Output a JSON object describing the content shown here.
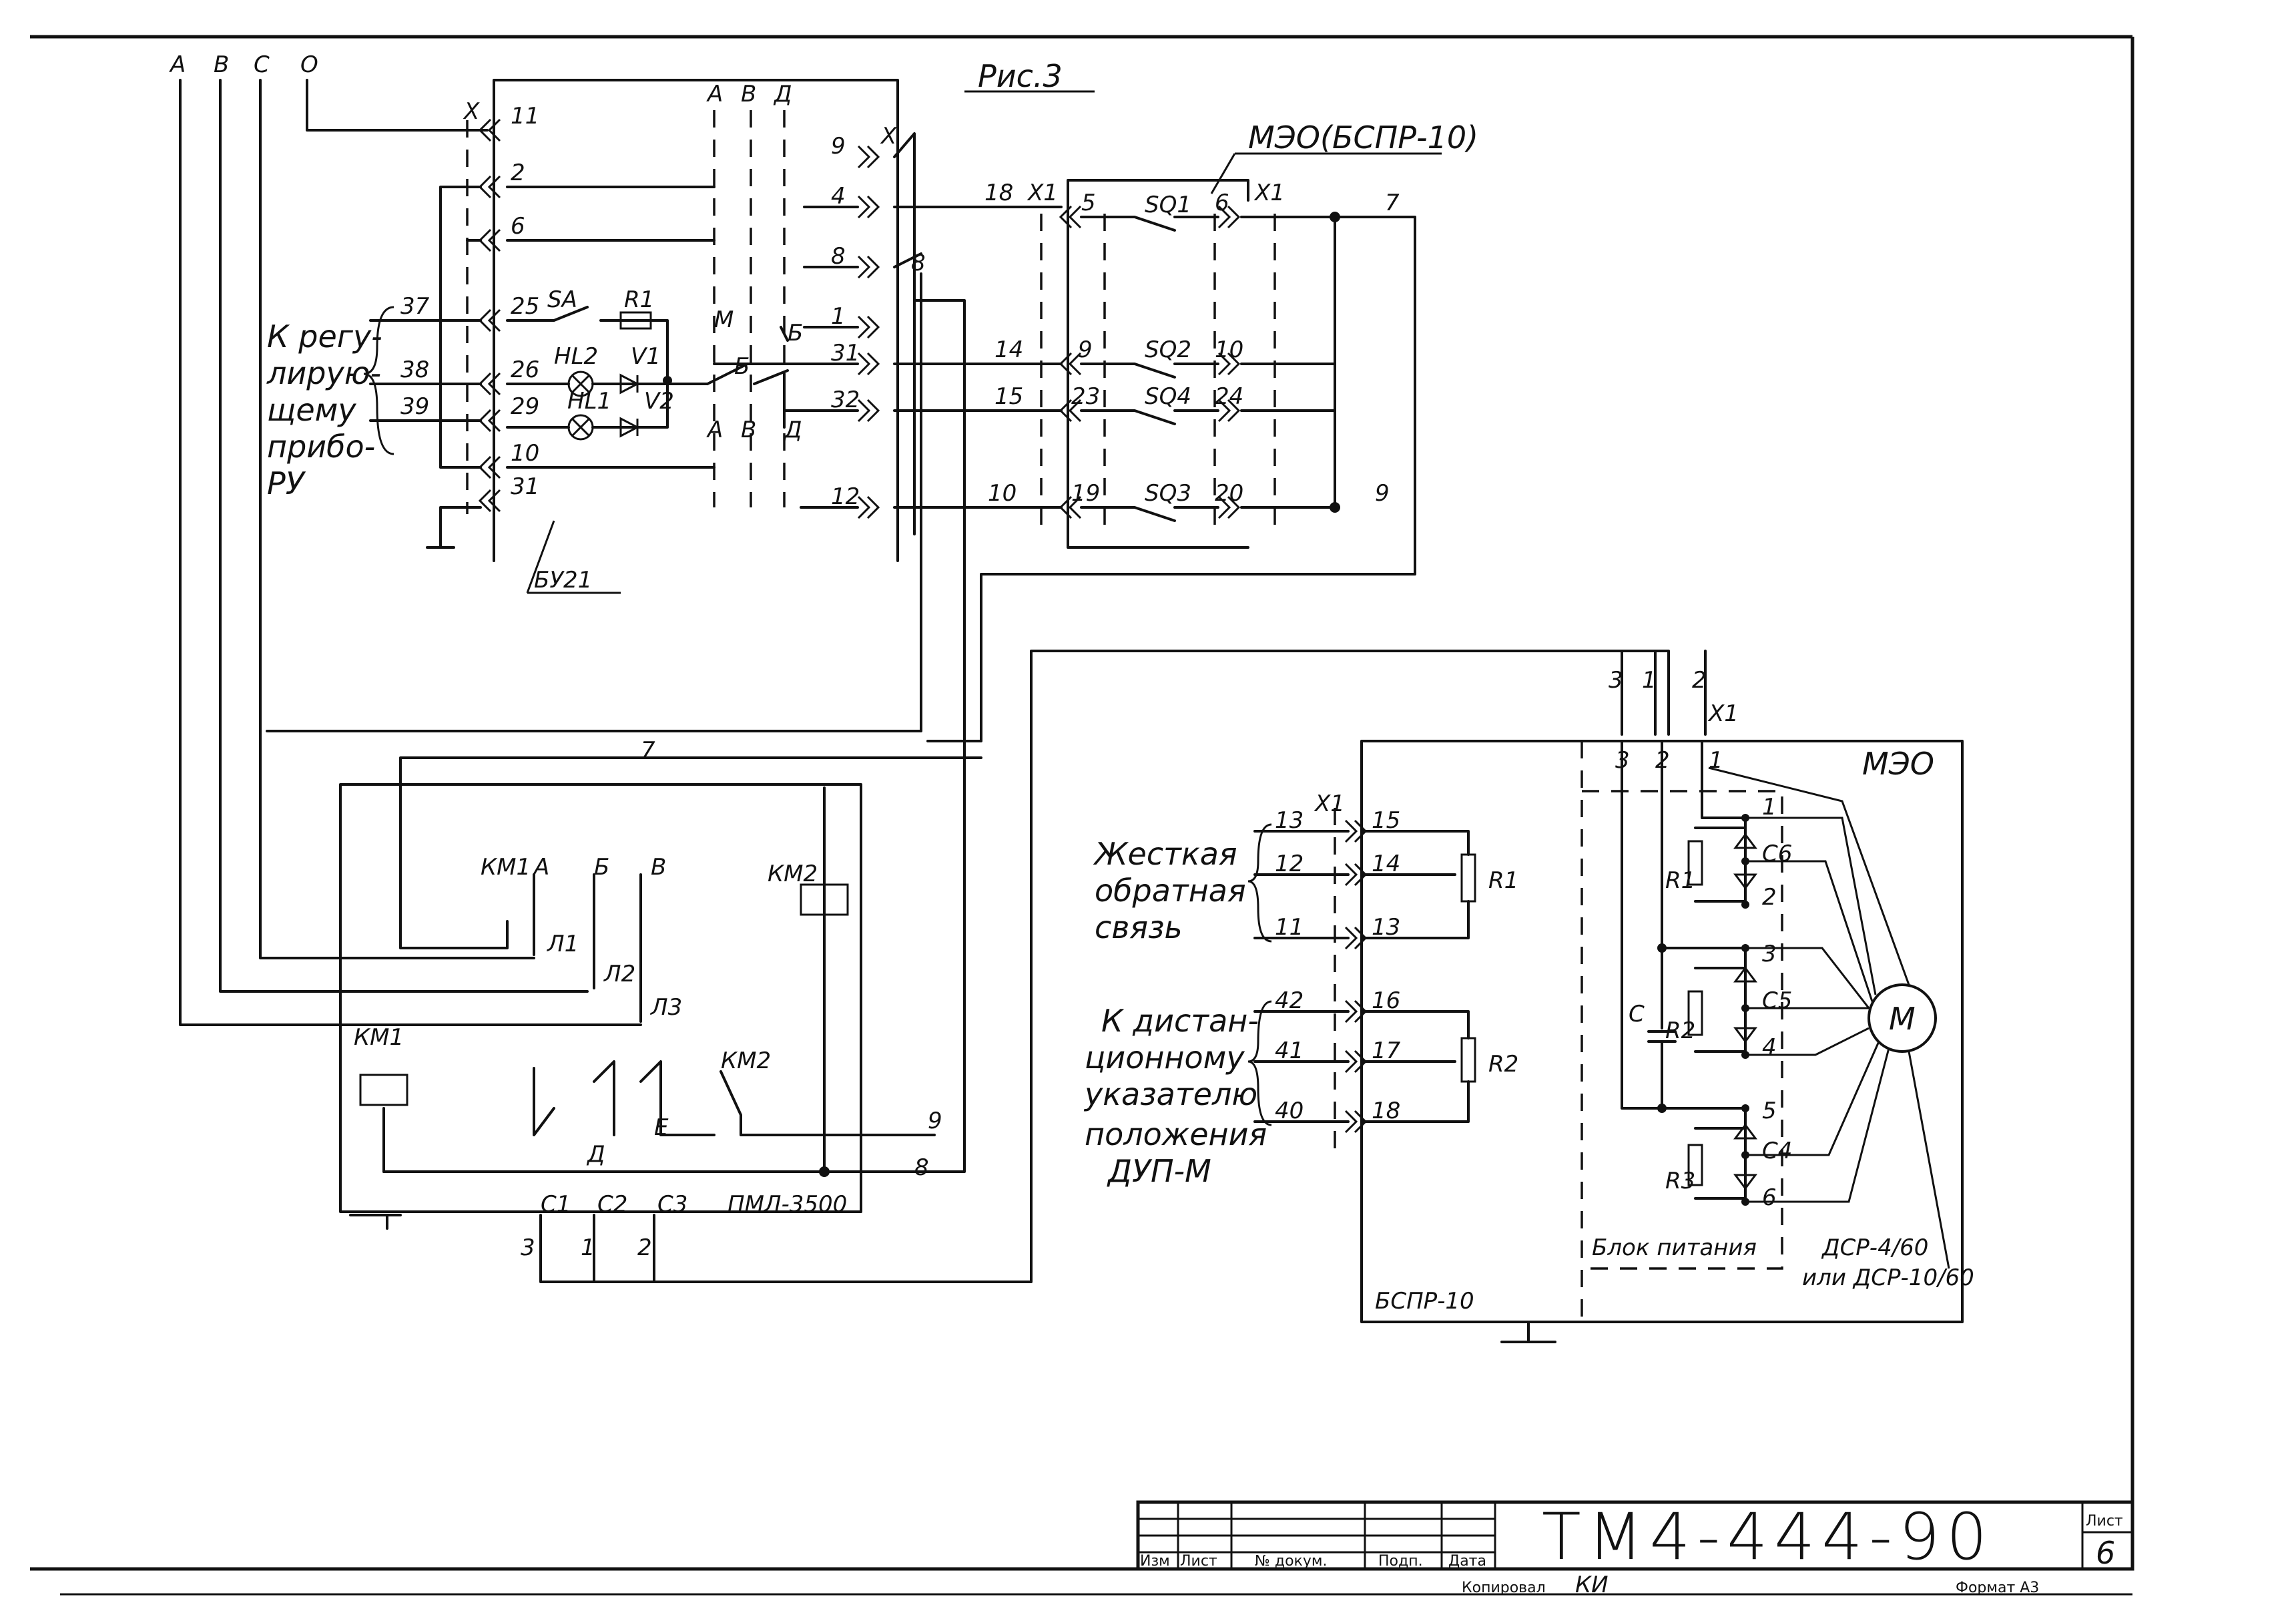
{
  "figure_title": "Рис.3",
  "supply_lines": [
    "A",
    "B",
    "C",
    "O"
  ],
  "meo_top": {
    "title": "МЭО(БСПР-10)",
    "switches": [
      "SQ1",
      "SQ2",
      "SQ4",
      "SQ3"
    ],
    "pins_left": [
      "5",
      "9",
      "23",
      "19"
    ],
    "pins_right": [
      "6",
      "10",
      "24",
      "20"
    ],
    "wires": [
      "18",
      "14",
      "15",
      "10"
    ],
    "right_wires": [
      "7",
      "9"
    ],
    "x1": "X1"
  },
  "bu": {
    "name": "БУ21",
    "x": "X",
    "pins": [
      "11",
      "2",
      "6",
      "25",
      "26",
      "29",
      "10",
      "31"
    ],
    "right_pins": [
      "9",
      "4",
      "8",
      "1",
      "31",
      "32",
      "12"
    ],
    "column_labels": [
      "А",
      "В",
      "Д"
    ],
    "lower_column_labels": [
      "А",
      "В",
      "Д"
    ],
    "switch_labels": [
      "Б",
      "Б",
      "М"
    ],
    "outer_right": [
      "X",
      "8"
    ],
    "elements": [
      "SA",
      "R1",
      "HL2",
      "V1",
      "HL1",
      "V2"
    ],
    "reg_wires": [
      "37",
      "38",
      "39"
    ],
    "reg_label": [
      "К регу-",
      "лирую-",
      "щему",
      "прибо-",
      "РУ"
    ]
  },
  "pml": {
    "name": "ПМЛ-3500",
    "km1": "КМ1",
    "km2": "КМ2",
    "contacts_top": [
      "А",
      "Б",
      "В"
    ],
    "contacts_bot": [
      "Д",
      "Е"
    ],
    "lines": [
      "Л1",
      "Л2",
      "Л3"
    ],
    "outputs": [
      "С1",
      "С2",
      "С3"
    ],
    "out_wires": [
      "3",
      "1",
      "2"
    ],
    "wires": [
      "7",
      "9",
      "8"
    ]
  },
  "bspr": {
    "name": "БСПР-10",
    "x1": "X1",
    "feedback_label": [
      "Жесткая",
      "обратная",
      "связь"
    ],
    "indicator_label": [
      "К дистан-",
      "ционному",
      "указателю",
      "положения",
      "ДУП-М"
    ],
    "fb_outer": [
      "13",
      "12",
      "11"
    ],
    "fb_inner": [
      "15",
      "14",
      "13"
    ],
    "ind_outer": [
      "42",
      "41",
      "40"
    ],
    "ind_inner": [
      "16",
      "17",
      "18"
    ],
    "resistors": [
      "R1",
      "R2"
    ]
  },
  "meo_bottom": {
    "name": "МЭО",
    "x1": "X1",
    "top_wires": [
      "3",
      "1",
      "2"
    ],
    "pins": [
      "3",
      "2",
      "1"
    ],
    "power_block": "Блок питания",
    "dsr": [
      "ДСР-4/60",
      "или ДСР-10/60"
    ],
    "motor": "М",
    "cap": "С",
    "resistors": [
      "R1",
      "R2",
      "R3"
    ],
    "caps": [
      "C6",
      "C5",
      "C4"
    ],
    "nodes": [
      "1",
      "2",
      "3",
      "4",
      "5",
      "6"
    ]
  },
  "title_block": {
    "doc_number": "ТМ4-444-90",
    "headers": [
      "Изм",
      "Лист",
      "№ докум.",
      "Подп.",
      "Дата"
    ],
    "sheet_label": "Лист",
    "sheet_number": "6",
    "copied": "Копировал",
    "copied_sign": "КИ",
    "format": "Формат А3"
  }
}
